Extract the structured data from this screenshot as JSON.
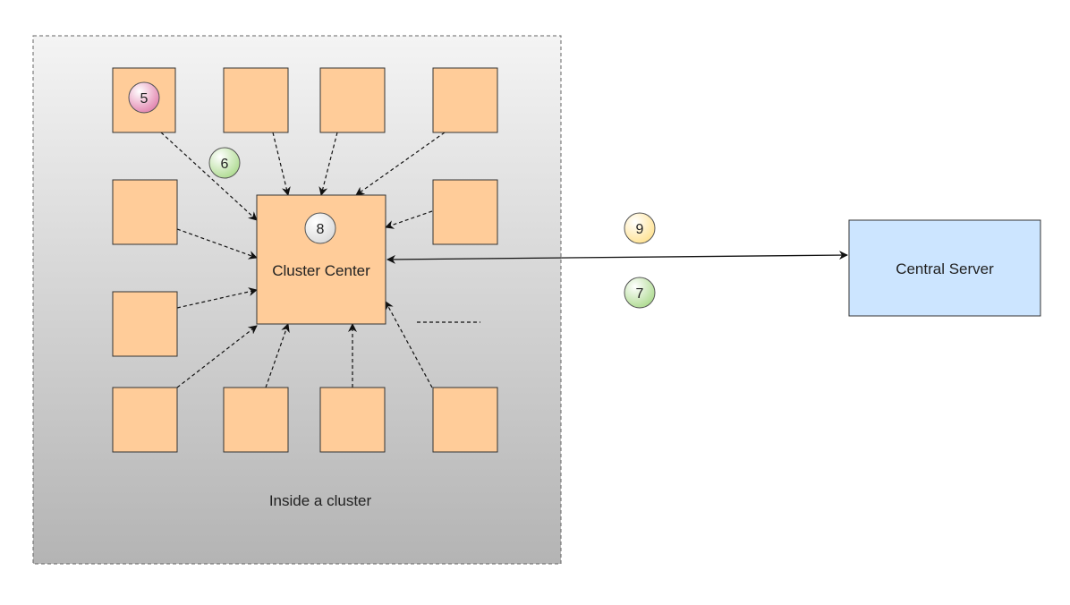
{
  "cluster": {
    "label": "Inside a cluster",
    "gradient_top": "#f4f4f4",
    "gradient_bottom": "#b4b4b4",
    "border_color": "#666666"
  },
  "node_style": {
    "fill": "#ffcc99",
    "stroke": "#333333"
  },
  "cluster_center": {
    "label": "Cluster Center",
    "badge": "8"
  },
  "central_server": {
    "label": "Central Server",
    "fill": "#cce5ff",
    "stroke": "#333333"
  },
  "badges": {
    "b5": {
      "text": "5",
      "color": "#e07aa8"
    },
    "b6": {
      "text": "6",
      "color": "#a8d888"
    },
    "b7": {
      "text": "7",
      "color": "#a8d888"
    },
    "b8": {
      "text": "8",
      "color": "#d8d8d8"
    },
    "b9": {
      "text": "9",
      "color": "#ffe08a"
    }
  }
}
